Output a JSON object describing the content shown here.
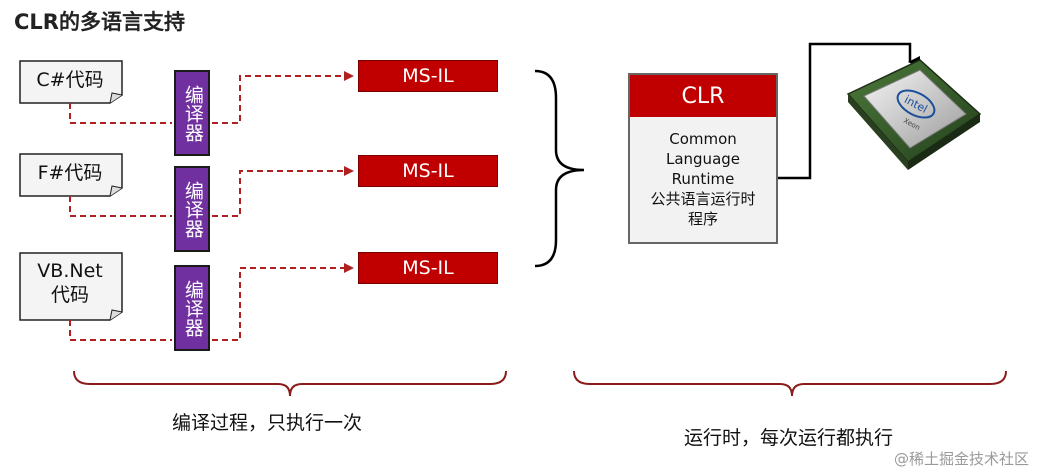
{
  "title": "CLR的多语言支持",
  "sources": [
    {
      "line1": "C#代码",
      "line2": ""
    },
    {
      "line1": "F#代码",
      "line2": ""
    },
    {
      "line1": "VB.Net",
      "line2": "代码"
    }
  ],
  "compiler_label": "编译器",
  "msil_label": "MS-IL",
  "clr": {
    "header": "CLR",
    "lines": [
      "Common",
      "Language",
      "Runtime",
      "公共语言运行时",
      "程序"
    ]
  },
  "chip": {
    "brand": "intel",
    "model": "Xeon"
  },
  "captions": {
    "compile": "编译过程，只执行一次",
    "runtime": "运行时，每次运行都执行"
  },
  "watermark": "@稀土掘金技术社区",
  "colors": {
    "msil_red": "#c00000",
    "compiler_purple": "#7030a0",
    "arrow_dashed": "#b02020",
    "brace": "#8b1a1a"
  }
}
